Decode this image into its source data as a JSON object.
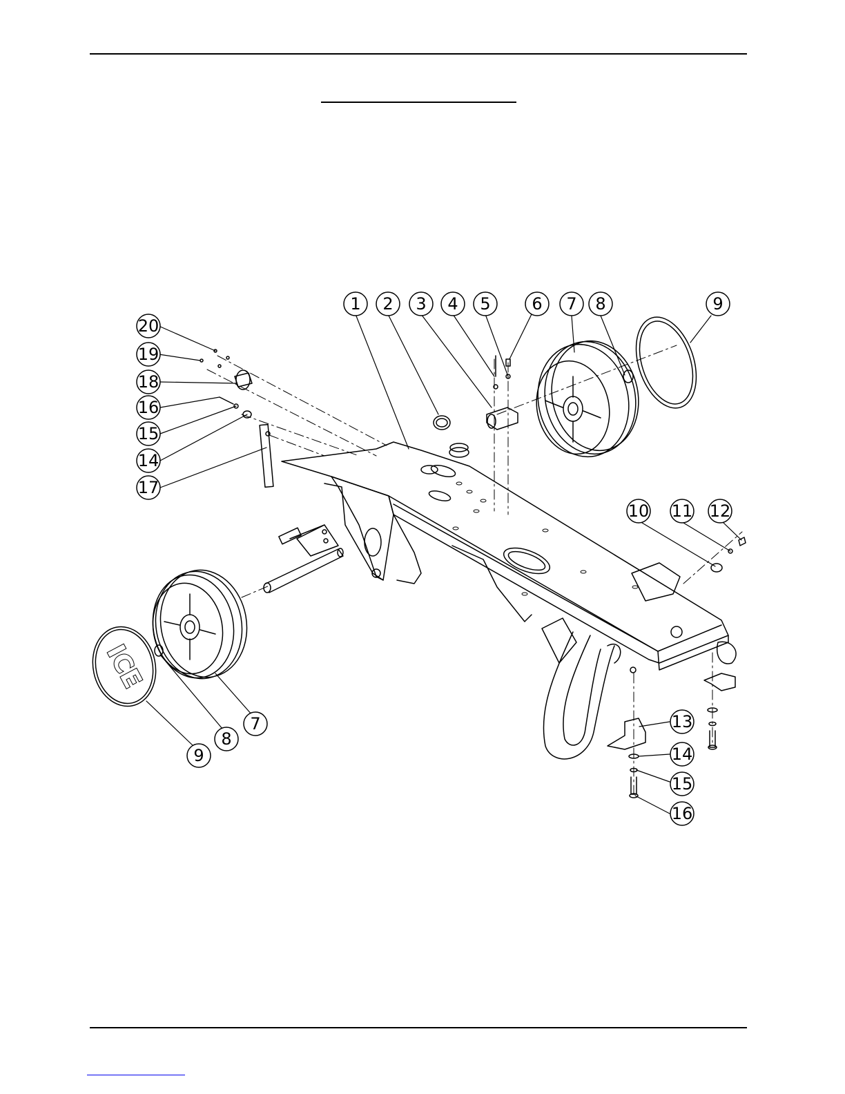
{
  "drawing": {
    "callouts": [
      {
        "id": "c1",
        "label": "1"
      },
      {
        "id": "c2",
        "label": "2"
      },
      {
        "id": "c3",
        "label": "3"
      },
      {
        "id": "c4",
        "label": "4"
      },
      {
        "id": "c5",
        "label": "5"
      },
      {
        "id": "c6",
        "label": "6"
      },
      {
        "id": "c7a",
        "label": "7"
      },
      {
        "id": "c8a",
        "label": "8"
      },
      {
        "id": "c9a",
        "label": "9"
      },
      {
        "id": "c20",
        "label": "20"
      },
      {
        "id": "c19",
        "label": "19"
      },
      {
        "id": "c18",
        "label": "18"
      },
      {
        "id": "c16a",
        "label": "16"
      },
      {
        "id": "c15a",
        "label": "15"
      },
      {
        "id": "c14a",
        "label": "14"
      },
      {
        "id": "c17",
        "label": "17"
      },
      {
        "id": "c10",
        "label": "10"
      },
      {
        "id": "c11",
        "label": "11"
      },
      {
        "id": "c12",
        "label": "12"
      },
      {
        "id": "c13",
        "label": "13"
      },
      {
        "id": "c14b",
        "label": "14"
      },
      {
        "id": "c15b",
        "label": "15"
      },
      {
        "id": "c16b",
        "label": "16"
      },
      {
        "id": "c7b",
        "label": "7"
      },
      {
        "id": "c8b",
        "label": "8"
      },
      {
        "id": "c9b",
        "label": "9"
      }
    ],
    "wheel_cover_logo": "ICE"
  },
  "colors": {
    "line": "#000000",
    "link": "#0000ee"
  }
}
